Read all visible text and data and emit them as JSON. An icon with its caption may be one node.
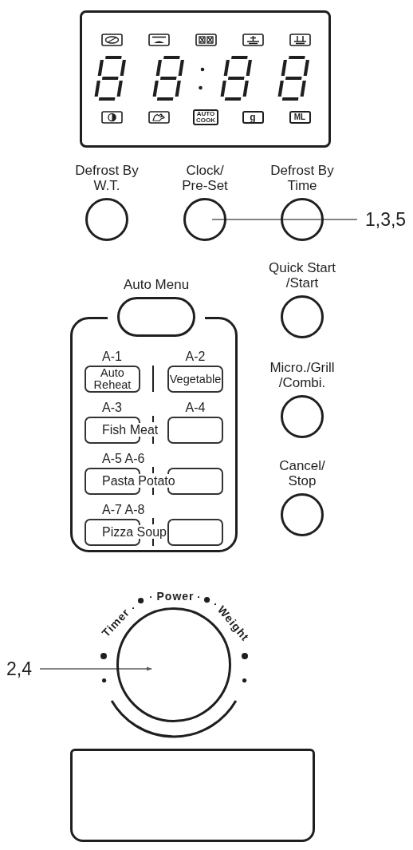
{
  "diagram": {
    "nodes": [
      {
        "text": [
          "Defrost By W.T."
        ]
      },
      {
        "text": [
          "Clock/ Pre-Set"
        ]
      },
      {
        "text": [
          "Defrost By Time"
        ]
      },
      {
        "text": [
          "1,3,5"
        ]
      },
      {
        "text": [
          "Auto Menu"
        ]
      },
      {
        "text": [
          "Quick Start /Start"
        ]
      },
      {
        "text": [],
        "shape": "box"
      },
      {
        "text": [
          "A-1",
          "Auto Reheat"
        ],
        "in": 6
      },
      {
        "text": [
          "A-2",
          "Vegetable"
        ],
        "in": 6
      },
      {
        "text": [
          "A-3",
          "Fish Meat"
        ],
        "in": 6
      },
      {
        "text": [
          "A-4"
        ],
        "in": 6
      },
      {
        "text": [
          "A-5 A-6",
          "Pasta Potato"
        ],
        "in": 6
      },
      {
        "text": [],
        "shape": "box",
        "in": 6
      },
      {
        "text": [
          "A-7 A-8",
          "Pizza Soup"
        ],
        "in": 6
      },
      {
        "text": [],
        "shape": "box",
        "in": 6
      },
      {
        "text": [
          "Micro./Grill /Combi."
        ]
      },
      {
        "text": [
          "Cancel/ Stop"
        ]
      },
      {
        "text": [
          "2,4"
        ]
      },
      {
        "text": [
          "Timer",
          "Power",
          "Weight"
        ]
      },
      {
        "text": [],
        "shape": "box"
      }
    ],
    "edges": [
      {
        "from": 3,
        "to": 1,
        "arrow": "none"
      },
      {
        "from": 17,
        "to": 18,
        "arrow": "to"
      }
    ],
    "labels": [
      "AUTO COOK",
      "g",
      "ML"
    ]
  }
}
